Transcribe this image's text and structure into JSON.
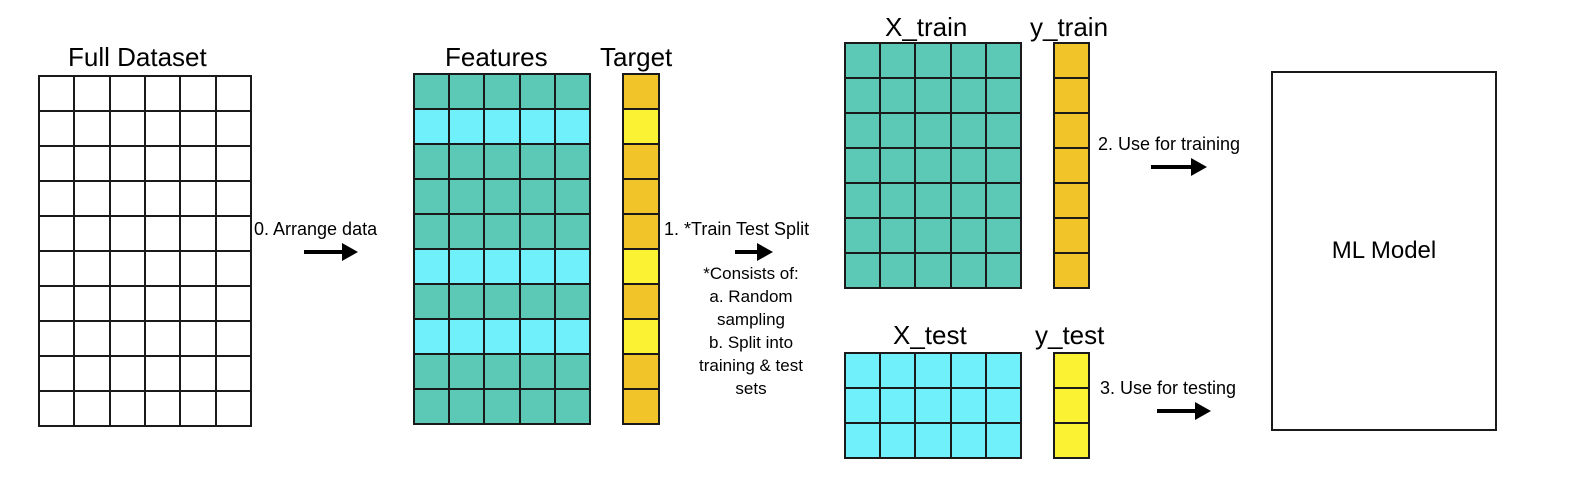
{
  "titles": {
    "full_dataset": "Full Dataset",
    "features": "Features",
    "target": "Target",
    "x_train": "X_train",
    "y_train": "y_train",
    "x_test": "X_test",
    "y_test": "y_test"
  },
  "steps": {
    "arrange": "0. Arrange data",
    "split": "1. *Train Test Split",
    "training": "2. Use for training",
    "testing": "3. Use for testing"
  },
  "note_lines": [
    "*Consists of:",
    "a. Random",
    "sampling",
    "b. Split into",
    "training & test",
    "sets"
  ],
  "model_label": "ML Model",
  "colors": {
    "teal": "#5cc9b6",
    "cyan": "#6ff0fb",
    "orange": "#f1c42a",
    "yellow": "#fbf233"
  }
}
